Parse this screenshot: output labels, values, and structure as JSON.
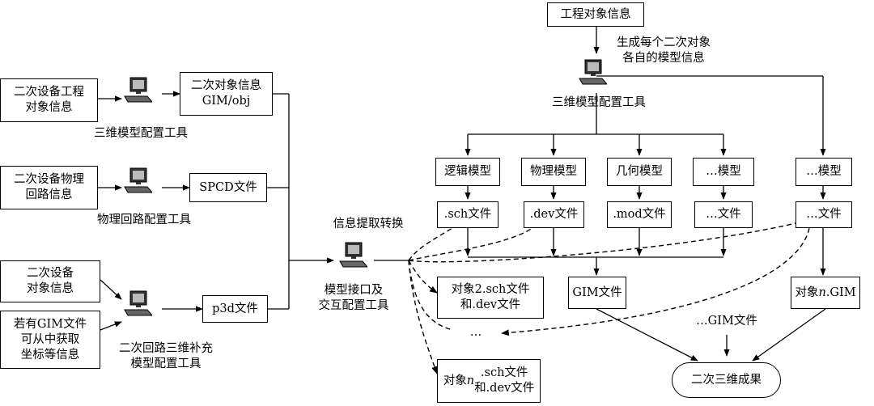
{
  "left": {
    "eng_info": "二次设备工程\n对象信息",
    "tool1": "三维模型配置工具",
    "obj_gim": "二次对象信息\nGIM/obj",
    "phys_info": "二次设备物理\n回路信息",
    "tool2": "物理回路配置工具",
    "spcd": "SPCD文件",
    "dev_obj": "二次设备\n对象信息",
    "gim_note": "若有GIM文件\n可从中获取\n坐标等信息",
    "p3d": "p3d文件",
    "tool3": "二次回路三维补充\n模型配置工具"
  },
  "middle": {
    "extract": "信息提取转换",
    "iface": "模型接口及\n交互配置工具",
    "obj2": "对象2.sch文件\n和.dev文件",
    "ellipsis": "…",
    "objn_prefix": "对象",
    "objn_var": "n",
    "objn_suffix": ".sch文件\n和.dev文件"
  },
  "top": {
    "proj_info": "工程对象信息",
    "gen_each": "生成每个二次对象\n各自的模型信息",
    "tool4": "三维模型配置工具"
  },
  "models": {
    "logic": "逻辑模型",
    "phys": "物理模型",
    "geom": "几何模型",
    "etc": "…模型",
    "etc2": "…模型"
  },
  "files": {
    "sch": ".sch文件",
    "dev": ".dev文件",
    "mod": ".mod文件",
    "etc": "…文件",
    "etc2": "…文件"
  },
  "bottom": {
    "gim": "GIM文件",
    "gim_etc": "…GIM文件",
    "objn_prefix": "对象",
    "objn_var": "n",
    "objn_suffix": ".GIM",
    "result": "二次三维成果"
  }
}
